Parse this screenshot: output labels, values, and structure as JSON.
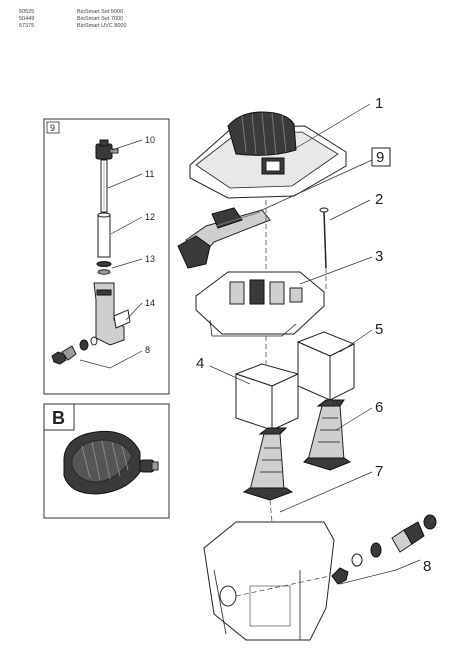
{
  "header": {
    "rows": [
      {
        "code": "50525",
        "name": "BioSmart Set 5000"
      },
      {
        "code": "50449",
        "name": "BioSmart Set 7000"
      },
      {
        "code": "57375",
        "name": "BioSmart UVC 8000"
      }
    ]
  },
  "callouts": {
    "c1": "1",
    "c2": "2",
    "c3": "3",
    "c4": "4",
    "c5": "5",
    "c6": "6",
    "c7": "7",
    "c8": "8",
    "c9": "9"
  },
  "inset": {
    "label": "9",
    "c10": "10",
    "c11": "11",
    "c12": "12",
    "c13": "13",
    "c14": "14",
    "c8": "8"
  },
  "pump_box": {
    "label": "B"
  }
}
